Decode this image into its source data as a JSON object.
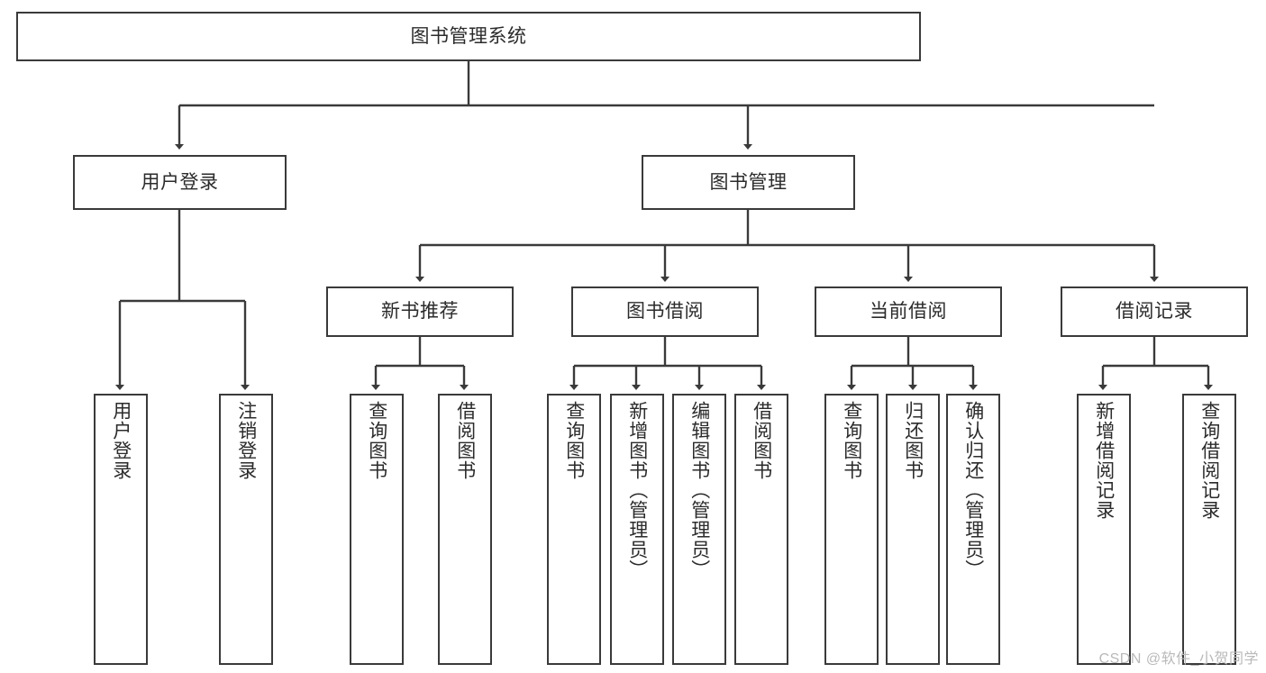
{
  "diagram": {
    "title": "图书管理系统",
    "watermark": "CSDN @软件_小贺同学",
    "root": {
      "label": "图书管理系统"
    },
    "level2": [
      {
        "label": "用户登录"
      },
      {
        "label": "图书管理"
      }
    ],
    "level3": [
      {
        "label": "新书推荐"
      },
      {
        "label": "图书借阅"
      },
      {
        "label": "当前借阅"
      },
      {
        "label": "借阅记录"
      }
    ],
    "leaves": {
      "user_login": [
        {
          "label": "用户登录"
        },
        {
          "label": "注销登录"
        }
      ],
      "new_book_recommend": [
        {
          "label": "查询图书"
        },
        {
          "label": "借阅图书"
        }
      ],
      "book_borrow": [
        {
          "label": "查询图书"
        },
        {
          "label": "新增图书（管理员）"
        },
        {
          "label": "编辑图书（管理员）"
        },
        {
          "label": "借阅图书"
        }
      ],
      "current_borrow": [
        {
          "label": "查询图书"
        },
        {
          "label": "归还图书"
        },
        {
          "label": "确认归还（管理员）"
        }
      ],
      "borrow_record": [
        {
          "label": "新增借阅记录"
        },
        {
          "label": "查询借阅记录"
        }
      ]
    },
    "colors": {
      "stroke": "#3a3a3a",
      "box_fill": "#ffffff",
      "text": "#2b2b2b",
      "watermark": "#b9b9b9"
    }
  }
}
